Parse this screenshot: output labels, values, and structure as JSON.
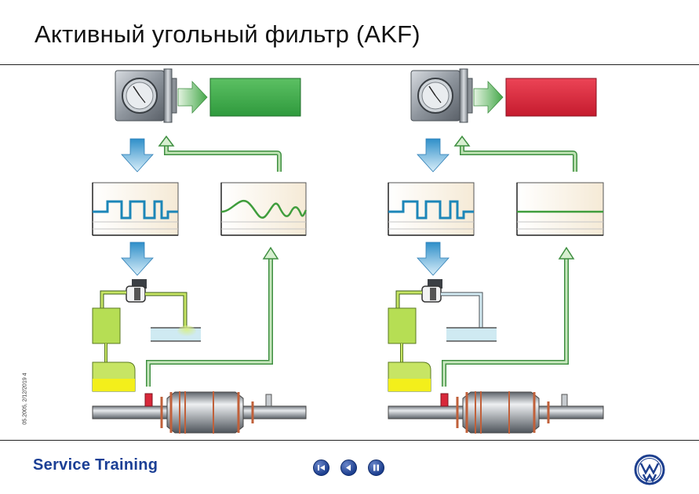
{
  "header": {
    "title": "Активный угольный фильтр (AKF)"
  },
  "side_label": "05.2005, 2/12/2019   4",
  "footer": {
    "brand": "Service Training"
  },
  "nav": {
    "buttons": [
      "first-slide",
      "previous-slide",
      "pause"
    ]
  },
  "colors": {
    "status_ok": "#3fae49",
    "status_fault": "#d8283a",
    "signal": "#1c86b8",
    "pipe_green": "#5ca84a",
    "arrow_blue": "#55b3e0",
    "canister": "#b6de54",
    "tank_fuel": "#f3ef1b"
  },
  "diagram": {
    "panels": [
      {
        "name": "left",
        "status": "ok",
        "feedback_signal": "oscillating"
      },
      {
        "name": "right",
        "status": "fault",
        "feedback_signal": "flat"
      }
    ]
  }
}
